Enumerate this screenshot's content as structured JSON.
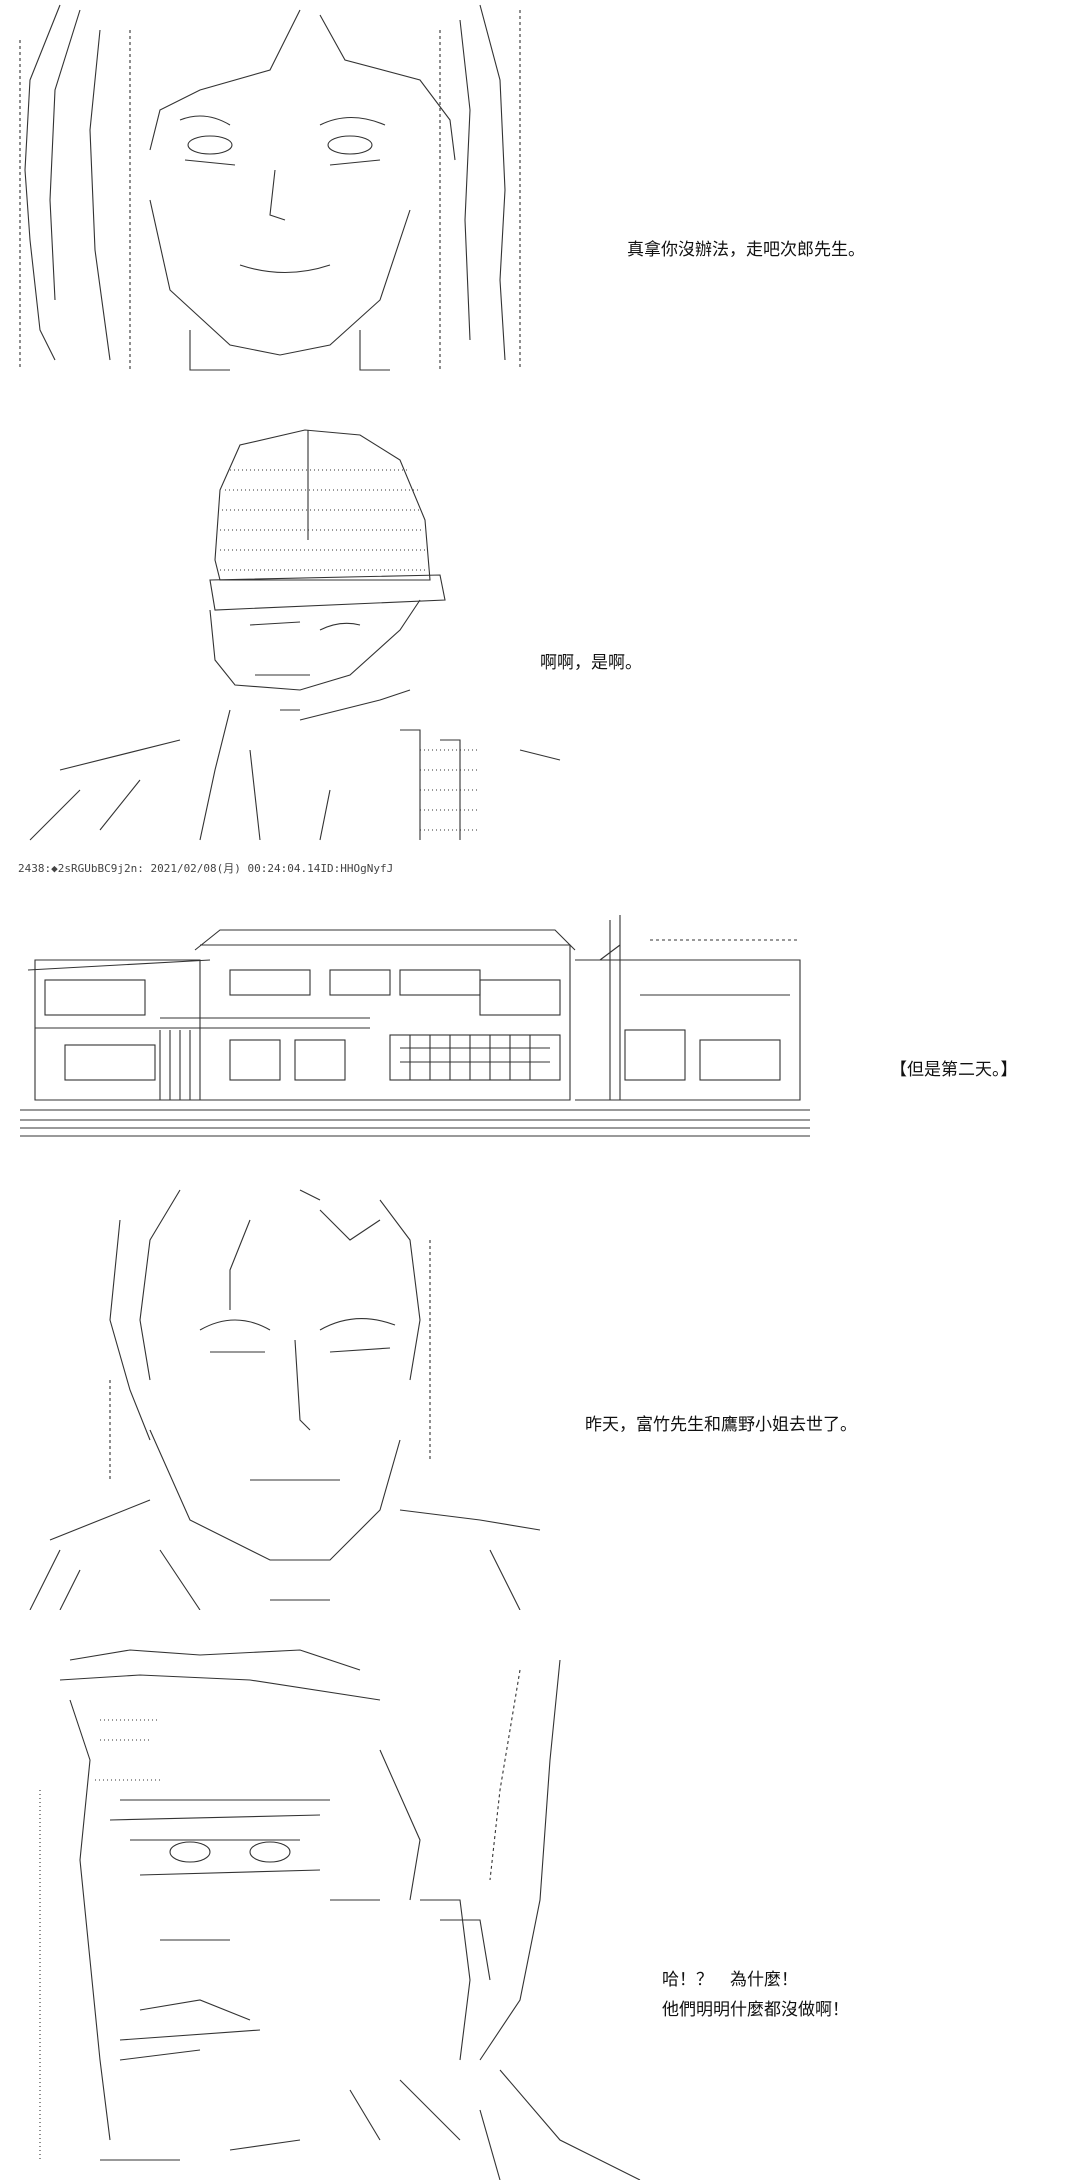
{
  "panels": [
    {
      "lines": [
        "真拿你沒辦法，走吧次郎先生。"
      ]
    },
    {
      "lines": [
        "啊啊，是啊。"
      ]
    },
    {
      "lines": [
        "【但是第二天。】"
      ]
    },
    {
      "lines": [
        "昨天，富竹先生和鷹野小姐去世了。"
      ]
    },
    {
      "lines": [
        "哈！？　為什麼！",
        "他們明明什麼都沒做啊！"
      ]
    }
  ],
  "post_header": "2438:◆2sRGUbBC9j2n: 2021/02/08(月) 00:24:04.14ID:HHOgNyfJ"
}
